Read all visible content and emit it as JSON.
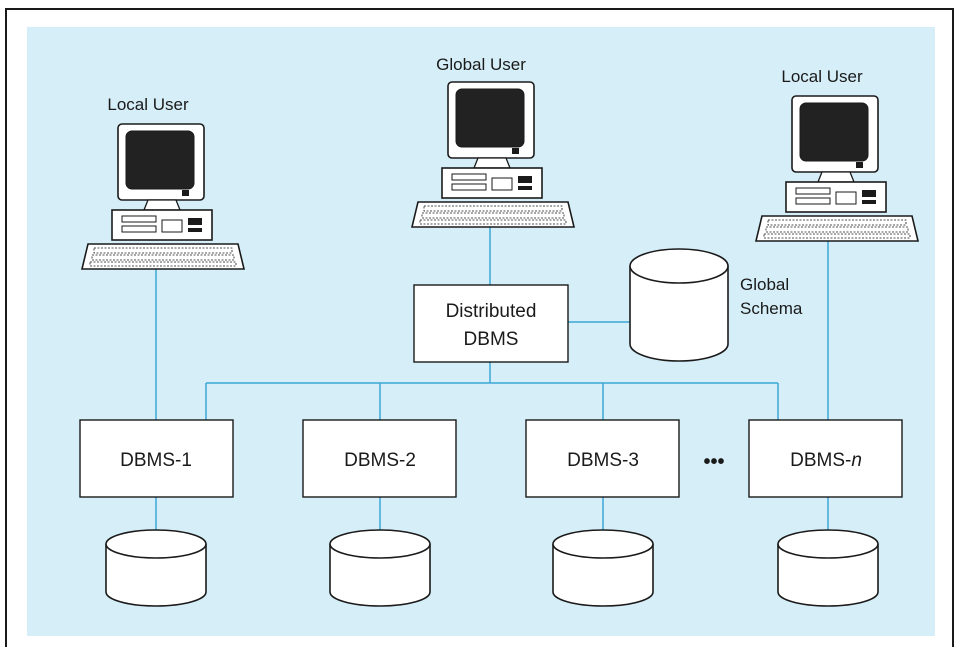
{
  "colors": {
    "background": "#d6eef8",
    "connector": "#3ba7d6",
    "box_fill": "#ffffff",
    "outline": "#1a1a1a",
    "screen": "#222222"
  },
  "users": {
    "left": "Local User",
    "center": "Global User",
    "right": "Local User"
  },
  "distributed": {
    "line1": "Distributed",
    "line2": "DBMS"
  },
  "schema": {
    "line1": "Global",
    "line2": "Schema"
  },
  "dbms": [
    {
      "label": "DBMS-1"
    },
    {
      "label": "DBMS-2"
    },
    {
      "label": "DBMS-3"
    },
    {
      "base": "DBMS-",
      "suffix": "n"
    }
  ],
  "ellipsis": "•••"
}
